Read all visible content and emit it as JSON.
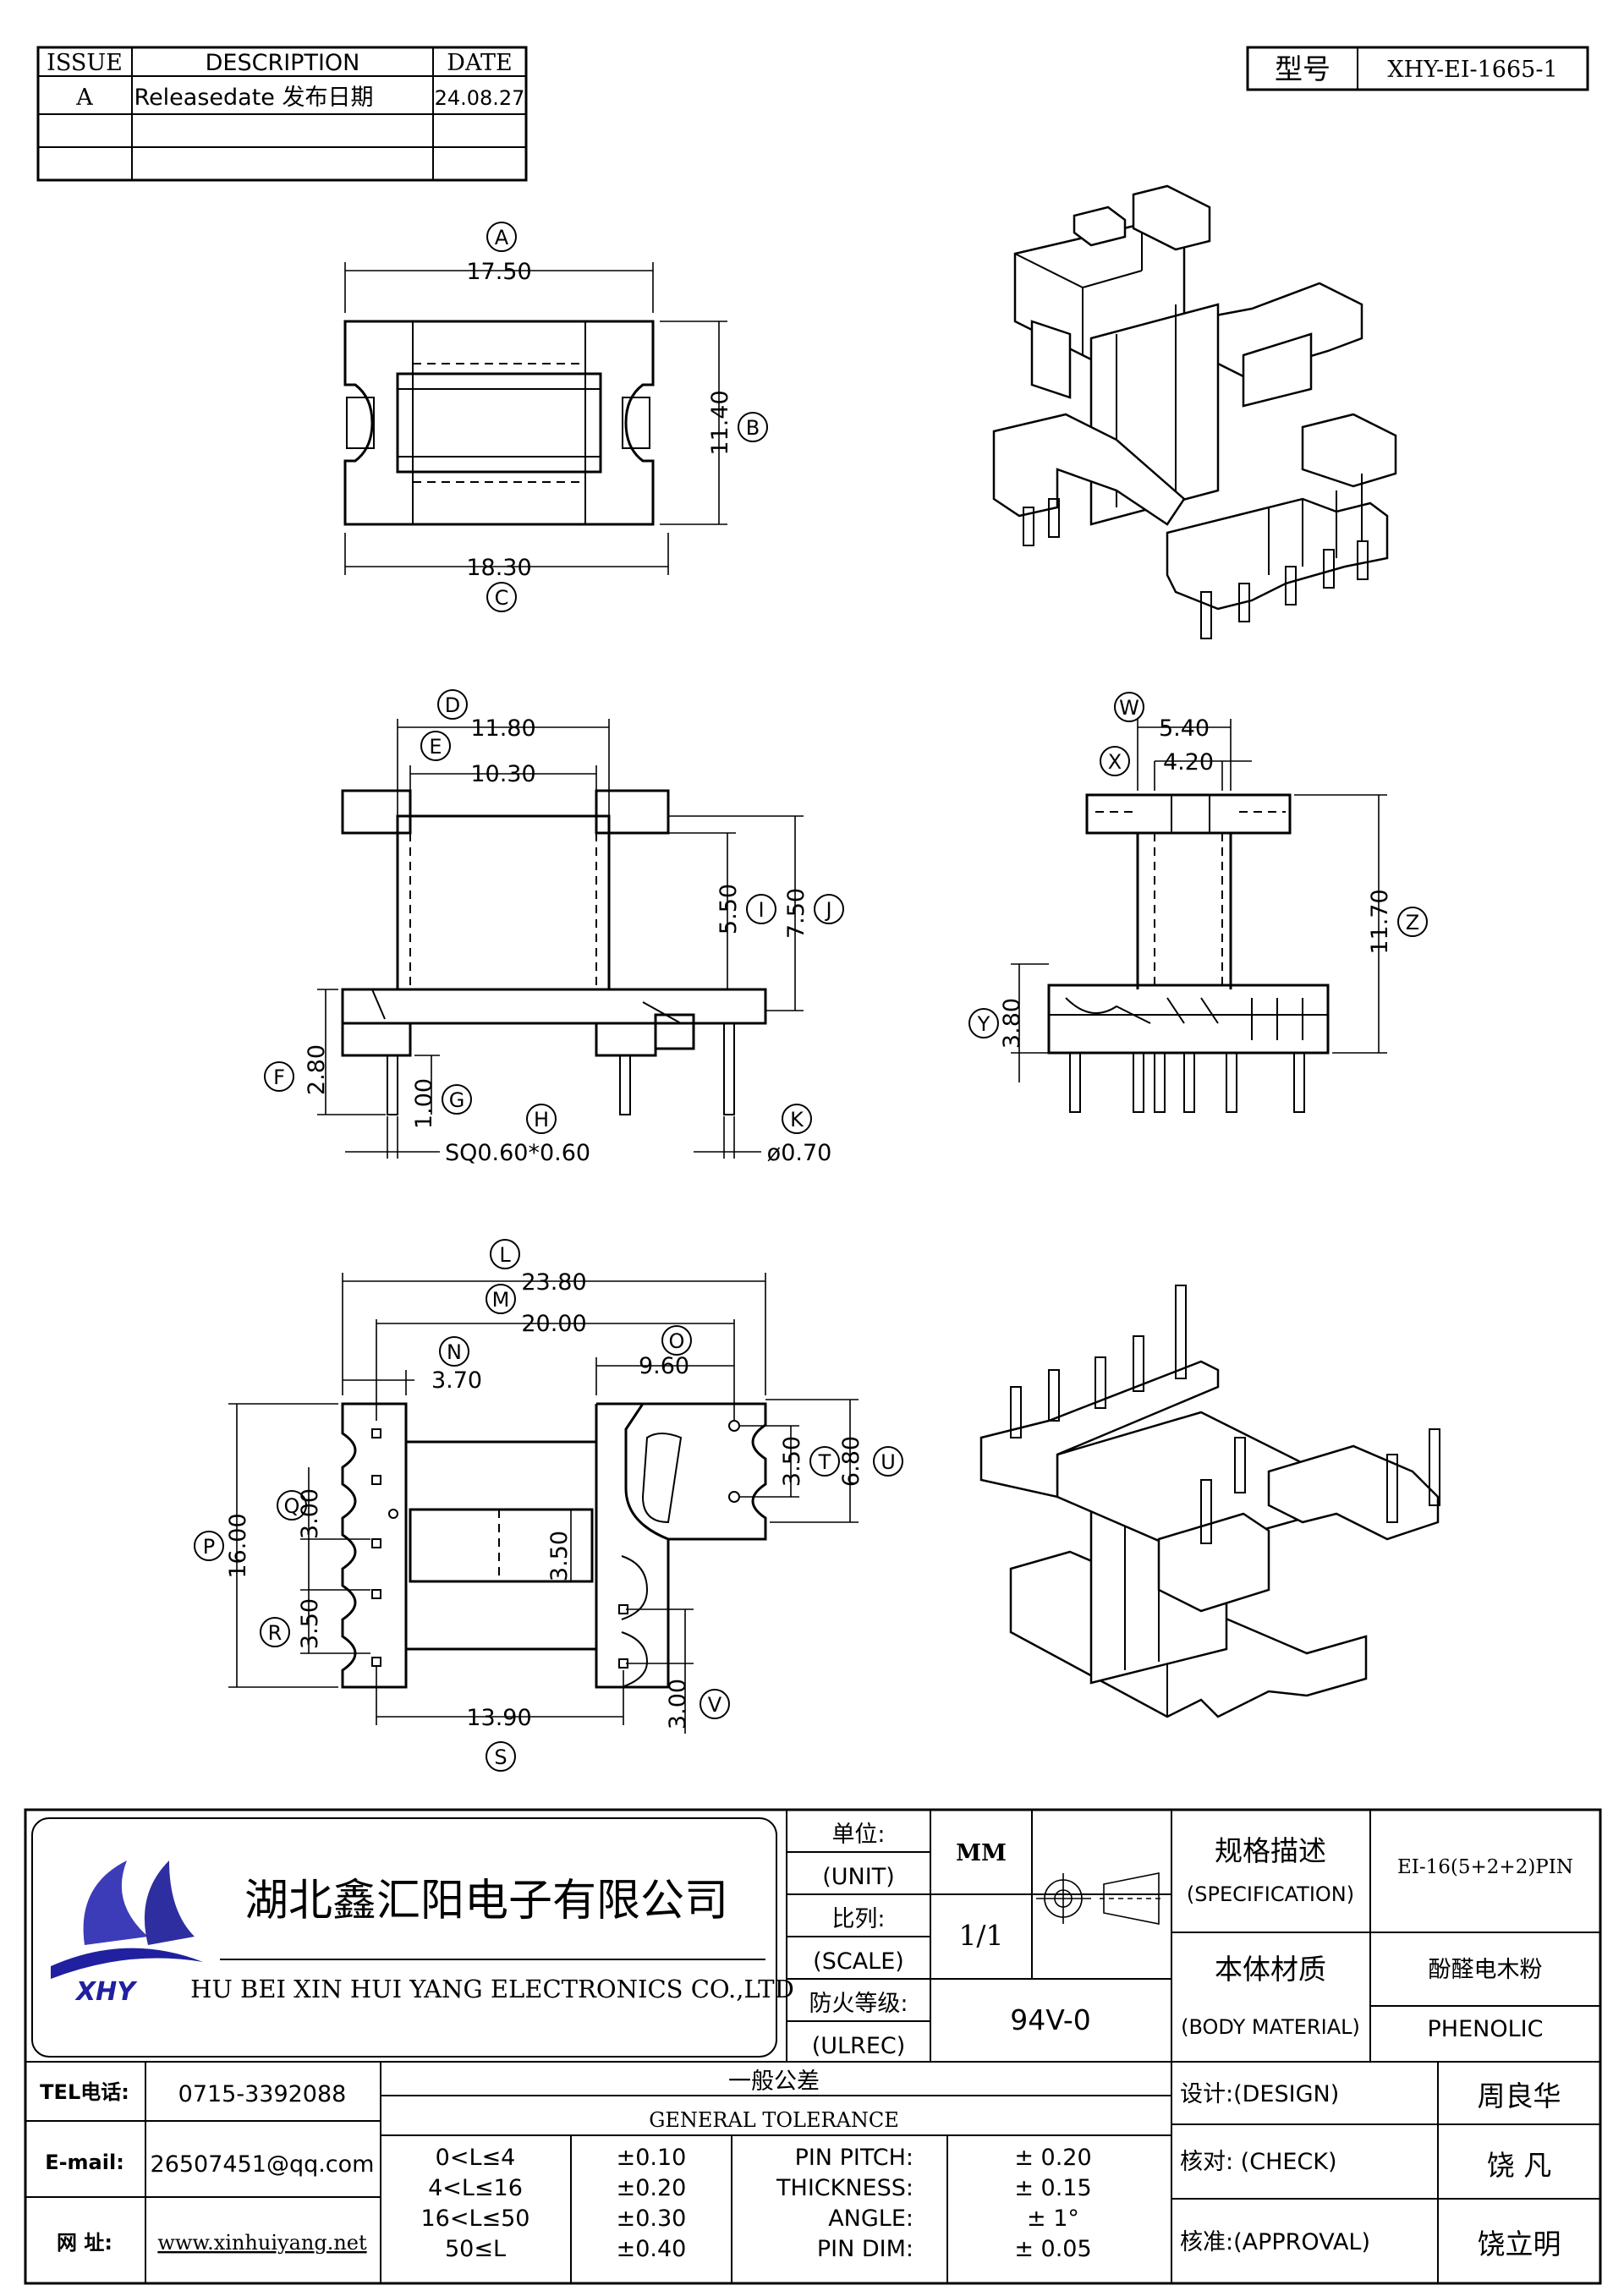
{
  "revision_table": {
    "headers": [
      "ISSUE",
      "DESCRIPTION",
      "DATE"
    ],
    "rows": [
      [
        "A",
        "Releasedate 发布日期",
        "24.08.27"
      ],
      [
        "",
        "",
        ""
      ],
      [
        "",
        "",
        ""
      ]
    ]
  },
  "model": {
    "label": "型号",
    "value": "XHY-EI-1665-1"
  },
  "views": {
    "top": {
      "A": "17.50",
      "B": "11.40",
      "C": "18.30",
      "circles": [
        "A",
        "B",
        "C"
      ]
    },
    "front": {
      "D": "11.80",
      "E": "10.30",
      "I": "5.50",
      "J": "7.50",
      "F": "2.80",
      "G": "1.00",
      "H": "SQ0.60*0.60",
      "K": "ø0.70",
      "circles": [
        "D",
        "E",
        "I",
        "J",
        "F",
        "G",
        "H",
        "K"
      ]
    },
    "side": {
      "W": "5.40",
      "X": "4.20",
      "Y": "3.80",
      "Z": "11.70",
      "circles": [
        "W",
        "X",
        "Y",
        "Z"
      ]
    },
    "bottom": {
      "L": "23.80",
      "M": "20.00",
      "N": "3.70",
      "O": "9.60",
      "P": "16.00",
      "Q": "3.00",
      "R": "3.50",
      "S": "13.90",
      "T": "3.50",
      "U": "6.80",
      "V": "3.00",
      "center": "3.50",
      "circles": [
        "L",
        "M",
        "N",
        "O",
        "P",
        "Q",
        "R",
        "S",
        "T",
        "U",
        "V"
      ]
    }
  },
  "title_block": {
    "company_cn": "湖北鑫汇阳电子有限公司",
    "company_en": "HU BEI XIN HUI YANG ELECTRONICS CO.,LTD",
    "logo_text": "XHY",
    "unit_label_cn": "单位:",
    "unit_label_en": "(UNIT)",
    "unit_value": "MM",
    "scale_label_cn": "比列:",
    "scale_label_en": "(SCALE)",
    "scale_value": "1/1",
    "fire_label_cn": "防火等级:",
    "fire_label_en": "(ULREC)",
    "fire_value": "94V-0",
    "spec_label_cn": "规格描述",
    "spec_label_en": "(SPECIFICATION)",
    "spec_value": "EI-16(5+2+2)PIN",
    "material_label_cn": "本体材质",
    "material_label_en": "(BODY MATERIAL)",
    "material_value_cn": "酚醛电木粉",
    "material_value_en": "PHENOLIC",
    "tel_label": "TEL电话:",
    "tel_value": "0715-3392088",
    "email_label": "E-mail:",
    "email_value": "26507451@qq.com",
    "web_label": "网  址:",
    "web_value": "www.xinhuiyang.net",
    "tolerance_title_cn": "一般公差",
    "tolerance_title_en": "GENERAL TOLERANCE",
    "tolerance_rows": [
      {
        "range": "0<L≤4",
        "tol": "±0.10",
        "item": "PIN PITCH:",
        "val": "± 0.20"
      },
      {
        "range": "4<L≤16",
        "tol": "±0.20",
        "item": "THICKNESS:",
        "val": "± 0.15"
      },
      {
        "range": "16<L≤50",
        "tol": "±0.30",
        "item": "ANGLE:",
        "val": "± 1°"
      },
      {
        "range": "50≤L",
        "tol": "±0.40",
        "item": "PIN DIM:",
        "val": "± 0.05"
      }
    ],
    "design_label": "设计:(DESIGN)",
    "design_value": "周良华",
    "check_label": "核对: (CHECK)",
    "check_value": "饶  凡",
    "approval_label": "核准:(APPROVAL)",
    "approval_value": "饶立明"
  }
}
